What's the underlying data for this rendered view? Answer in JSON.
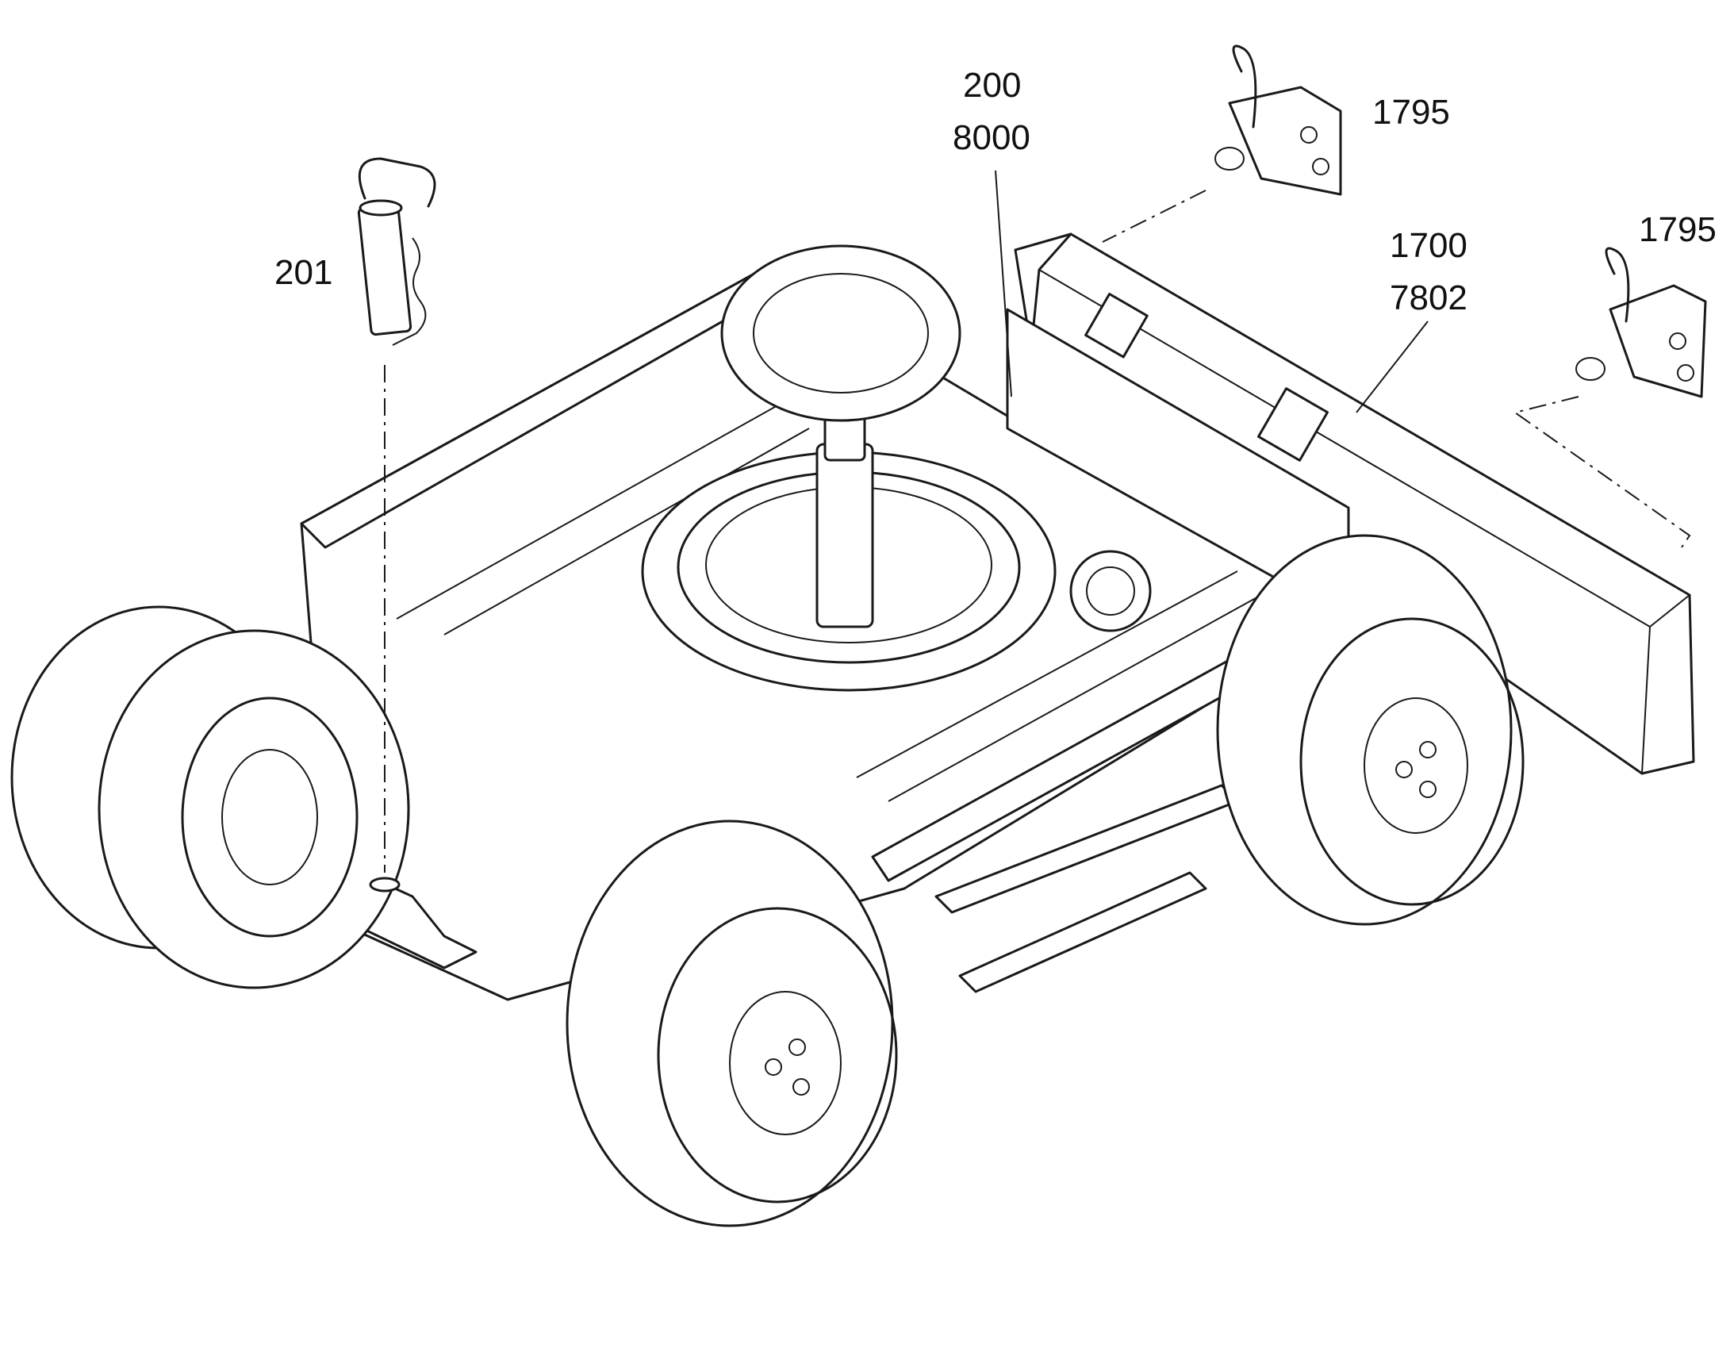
{
  "callouts": {
    "hitch_pin": "201",
    "chassis_a": "200",
    "chassis_b": "8000",
    "clip_top": "1795",
    "clip_right": "1795",
    "blade_a": "1700",
    "blade_b": "7802"
  },
  "icons": [
    "hitch-pin-icon",
    "blade-clip-icon",
    "wheel-icon",
    "slewing-ring-icon",
    "dozer-blade-icon"
  ]
}
